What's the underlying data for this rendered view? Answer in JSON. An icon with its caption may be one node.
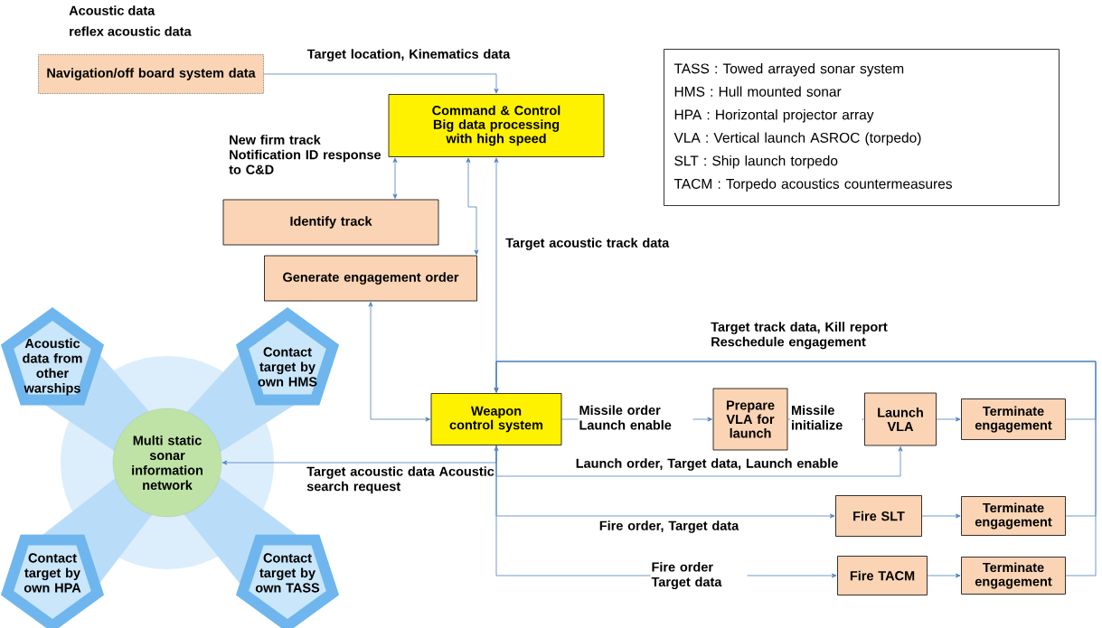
{
  "diagram": {
    "nodes": [
      {
        "text": [
          "Navigation/off board system data"
        ],
        "beside": [
          "Acoustic data",
          "reflex acoustic data"
        ]
      },
      {
        "text": [
          "Command & Control",
          "Big data processing with high speed"
        ]
      },
      {
        "text": [
          "Identify track"
        ]
      },
      {
        "text": [
          "Generate engagement order"
        ]
      },
      {
        "text": [
          "Weapon control system"
        ]
      },
      {
        "text": [
          "Prepare VLA for launch"
        ]
      },
      {
        "text": [
          "Launch VLA"
        ]
      },
      {
        "text": [
          "Terminate engagement"
        ]
      },
      {
        "text": [
          "Fire SLT"
        ]
      },
      {
        "text": [
          "Terminate engagement"
        ]
      },
      {
        "text": [
          "Fire TACM"
        ]
      },
      {
        "text": [
          "Terminate engagement"
        ]
      },
      {
        "text": [
          "Multi static sonar information network"
        ]
      },
      {
        "text": [
          "Acoustic data from other warships"
        ]
      },
      {
        "text": [
          "Contact target by own HMS"
        ]
      },
      {
        "text": [
          "Contact target by own HPA"
        ]
      },
      {
        "text": [
          "Contact target by own TASS"
        ]
      },
      {
        "text": [
          "TASS : Towed arrayed sonar system",
          "HMS : Hull mounted sonar",
          "HPA : Horizontal projector array",
          "VLA : Vertical launch ASROC (torpedo)",
          "SLT : Ship launch torpedo",
          "TACM : Torpedo acoustics countermeasures"
        ]
      }
    ],
    "edges": [
      {
        "from": 0,
        "to": 1,
        "arrow": "to",
        "label": "Target location, Kinematics data"
      },
      {
        "from": 2,
        "to": 1,
        "arrow": "both",
        "label": "New firm track Notification ID response to C&D"
      },
      {
        "from": 3,
        "to": 1,
        "arrow": "both"
      },
      {
        "from": 4,
        "to": 1,
        "arrow": "to",
        "label": "Target acoustic track data"
      },
      {
        "from": 3,
        "to": 4,
        "arrow": "both"
      },
      {
        "from": 4,
        "to": 5,
        "arrow": "to",
        "label": "Missile order Launch enable"
      },
      {
        "from": 5,
        "to": 6,
        "arrow": "to",
        "label": "Missile initialize"
      },
      {
        "from": 6,
        "to": 7,
        "arrow": "to"
      },
      {
        "from": 4,
        "to": 6,
        "arrow": "to",
        "label": "Launch order, Target data, Launch enable"
      },
      {
        "from": 4,
        "to": 8,
        "arrow": "to",
        "label": "Fire order, Target data"
      },
      {
        "from": 8,
        "to": 9,
        "arrow": "to"
      },
      {
        "from": 4,
        "to": 10,
        "arrow": "to",
        "label": "Fire order Target data"
      },
      {
        "from": 10,
        "to": 11,
        "arrow": "to"
      },
      {
        "from": 4,
        "to": 12,
        "arrow": "both",
        "label": "Target acoustic data Acoustic search request"
      },
      {
        "from": 7,
        "to": 4,
        "arrow": "to",
        "label": "Target track data, Kill report Reschedule engagement"
      },
      {
        "from": 9,
        "to": 4,
        "arrow": "to"
      },
      {
        "from": 11,
        "to": 4,
        "arrow": "to"
      }
    ]
  }
}
